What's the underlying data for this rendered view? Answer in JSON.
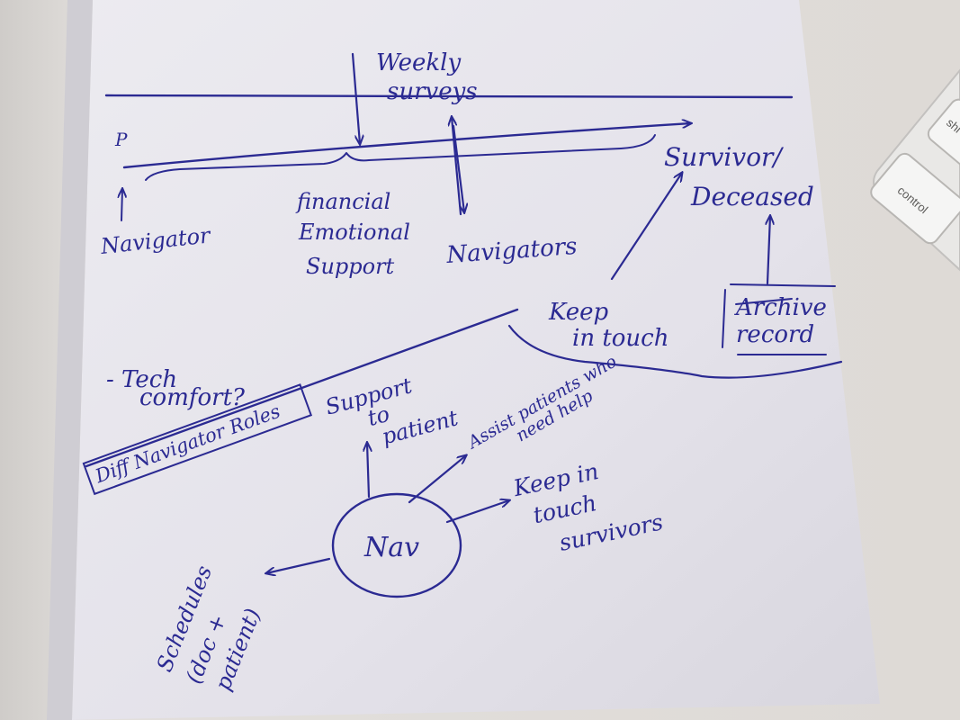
{
  "sketch": {
    "weekly_surveys": [
      "Weekly",
      "surveys"
    ],
    "p_label": "P",
    "navigator_left": "Navigator",
    "support_block": [
      "financial",
      "Emotional",
      "Support"
    ],
    "navigators_center": "Navigators",
    "survivor_deceased": [
      "Survivor/",
      "Deceased"
    ],
    "keep_in_touch_top": [
      "Keep",
      "in touch"
    ],
    "archive_record": [
      "Archive",
      "record"
    ],
    "tech_comfort": [
      "- Tech",
      "comfort?"
    ],
    "diff_navigator_roles": "Diff Navigator Roles",
    "support_to_patient": [
      "Support",
      "to",
      "patient"
    ],
    "assist_patients": [
      "Assist patients who",
      "need help"
    ],
    "keep_in_touch_survivors": [
      "Keep in",
      "touch",
      "survivors"
    ],
    "nav_circle": "Nav",
    "schedules": [
      "Schedules",
      "(doc +",
      "patient)"
    ]
  },
  "keyboard": {
    "control_key": "control",
    "shift_key": "shi"
  },
  "colors": {
    "ink": "#2b2a92",
    "paper": "#e9e7ee",
    "desk": "#d9d6d3"
  }
}
